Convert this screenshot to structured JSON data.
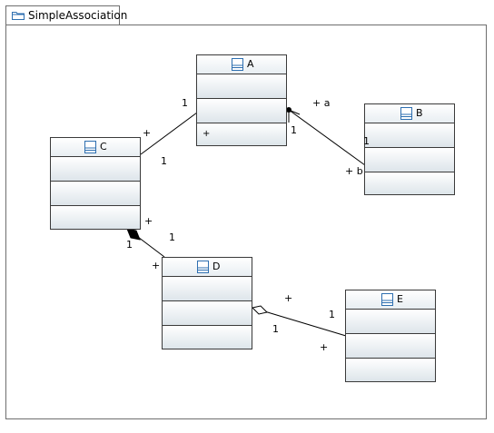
{
  "diagram": {
    "title": "SimpleAssociation"
  },
  "classes": {
    "a": {
      "name": "A",
      "attr_compartment": "+"
    },
    "b": {
      "name": "B"
    },
    "c": {
      "name": "C"
    },
    "d": {
      "name": "D"
    },
    "e": {
      "name": "E"
    }
  },
  "labels": {
    "ac_mult_a": "1",
    "ac_role_c": "+",
    "ac_mult_c": "1",
    "ab_role_a": "+ a",
    "ab_mult_a": "1",
    "ab_mult_b": "1",
    "ab_role_b": "+ b",
    "cd_role_c": "+",
    "cd_mult_c": "1",
    "cd_mult_d": "1",
    "cd_role_d": "+",
    "de_role_d": "+",
    "de_mult_e": "1",
    "de_mult_d": "1",
    "de_role_e": "+"
  }
}
